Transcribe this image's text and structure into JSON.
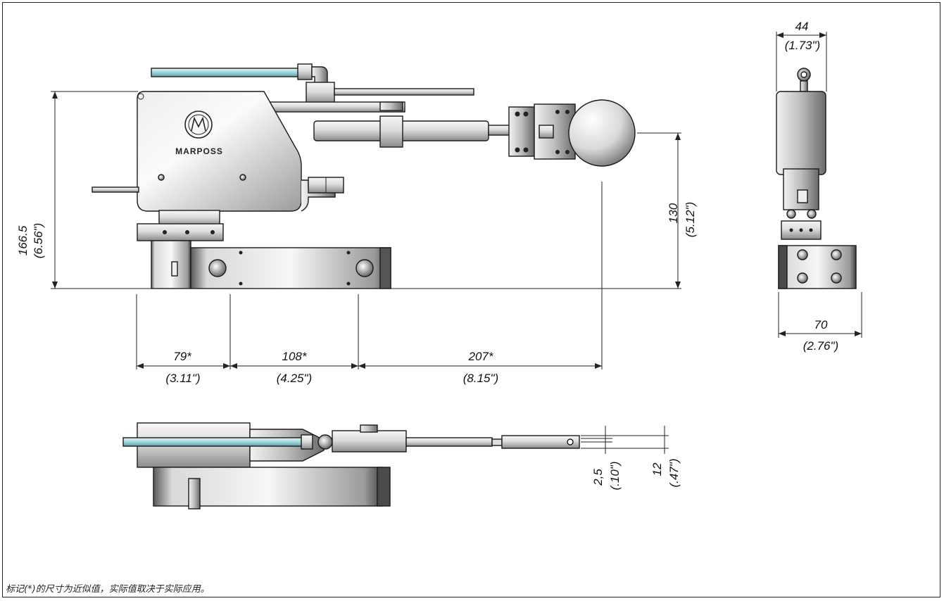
{
  "brand": {
    "logo_text": "MARPOSS"
  },
  "side_view": {
    "height_overall": {
      "mm": "166.5",
      "inch": "(6.56\")"
    },
    "height_probe": {
      "mm": "130",
      "inch": "(5.12\")"
    },
    "offset_1": {
      "mm": "79*",
      "inch": "(3.11\")"
    },
    "offset_2": {
      "mm": "108*",
      "inch": "(4.25\")"
    },
    "offset_3": {
      "mm": "207*",
      "inch": "(8.15\")"
    }
  },
  "front_view": {
    "top_width": {
      "mm": "44",
      "inch": "(1.73\")"
    },
    "base_width": {
      "mm": "70",
      "inch": "(2.76\")"
    }
  },
  "top_view": {
    "small_offset": {
      "mm": "2,5",
      "inch": "(.10\")"
    },
    "large_offset": {
      "mm": "12",
      "inch": "(.47\")"
    }
  },
  "footnote": "标记(*)的尺寸为近似值，实际值取决于实际应用。",
  "colors": {
    "metal_light": "#f4f4f4",
    "metal_dark": "#6e6e6e",
    "tube": "#9fd6dc",
    "outline": "#1a1a1a"
  }
}
